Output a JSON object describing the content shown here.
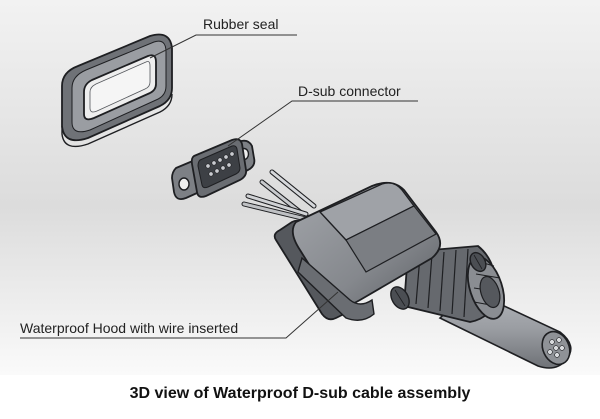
{
  "labels": {
    "rubber_seal": "Rubber seal",
    "dsub_connector": "D-sub connector",
    "hood": "Waterproof Hood with wire inserted"
  },
  "caption": "3D view of Waterproof D-sub cable assembly",
  "colors": {
    "part_fill": "#8a8d92",
    "part_dark": "#4b4e53",
    "part_light": "#b8bbc0",
    "outline": "#1e1f22",
    "leader": "#333333"
  }
}
